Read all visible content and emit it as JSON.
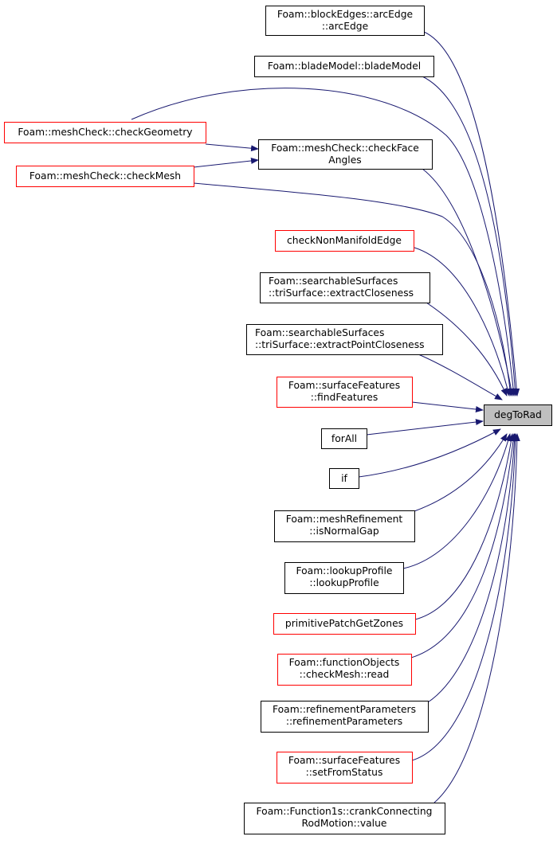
{
  "graph": {
    "target": {
      "label": "degToRad"
    },
    "callers": {
      "arcEdge": {
        "l1": "Foam::blockEdges::arcEdge",
        "l2": "::arcEdge",
        "linked": true
      },
      "bladeModel": {
        "l1": "Foam::bladeModel::bladeModel",
        "linked": true
      },
      "checkGeometry": {
        "l1": "Foam::meshCheck::checkGeometry",
        "linked": false
      },
      "checkFaceAngles": {
        "l1": "Foam::meshCheck::checkFace",
        "l2": "Angles",
        "linked": true
      },
      "checkMesh": {
        "l1": "Foam::meshCheck::checkMesh",
        "linked": false
      },
      "checkNonManifoldEdge": {
        "l1": "checkNonManifoldEdge",
        "linked": false
      },
      "extractCloseness": {
        "l1": "Foam::searchableSurfaces",
        "l2": "::triSurface::extractCloseness",
        "linked": true
      },
      "extractPointCloseness": {
        "l1": "Foam::searchableSurfaces",
        "l2": "::triSurface::extractPointCloseness",
        "linked": true
      },
      "findFeatures": {
        "l1": "Foam::surfaceFeatures",
        "l2": "::findFeatures",
        "linked": false
      },
      "forAll": {
        "l1": "forAll",
        "linked": true
      },
      "if": {
        "l1": "if",
        "linked": true
      },
      "isNormalGap": {
        "l1": "Foam::meshRefinement",
        "l2": "::isNormalGap",
        "linked": true
      },
      "lookupProfile": {
        "l1": "Foam::lookupProfile",
        "l2": "::lookupProfile",
        "linked": true
      },
      "primitivePatchGetZones": {
        "l1": "primitivePatchGetZones",
        "linked": false
      },
      "read": {
        "l1": "Foam::functionObjects",
        "l2": "::checkMesh::read",
        "linked": false
      },
      "refinementParameters": {
        "l1": "Foam::refinementParameters",
        "l2": "::refinementParameters",
        "linked": true
      },
      "setFromStatus": {
        "l1": "Foam::surfaceFeatures",
        "l2": "::setFromStatus",
        "linked": false
      },
      "crank": {
        "l1": "Foam::Function1s::crankConnecting",
        "l2": "RodMotion::value",
        "linked": true
      }
    },
    "colors": {
      "edge": "#191970",
      "incomplete_border": "#ff0000",
      "normal_border": "#000000",
      "current_fill": "#bfbfbf"
    }
  }
}
